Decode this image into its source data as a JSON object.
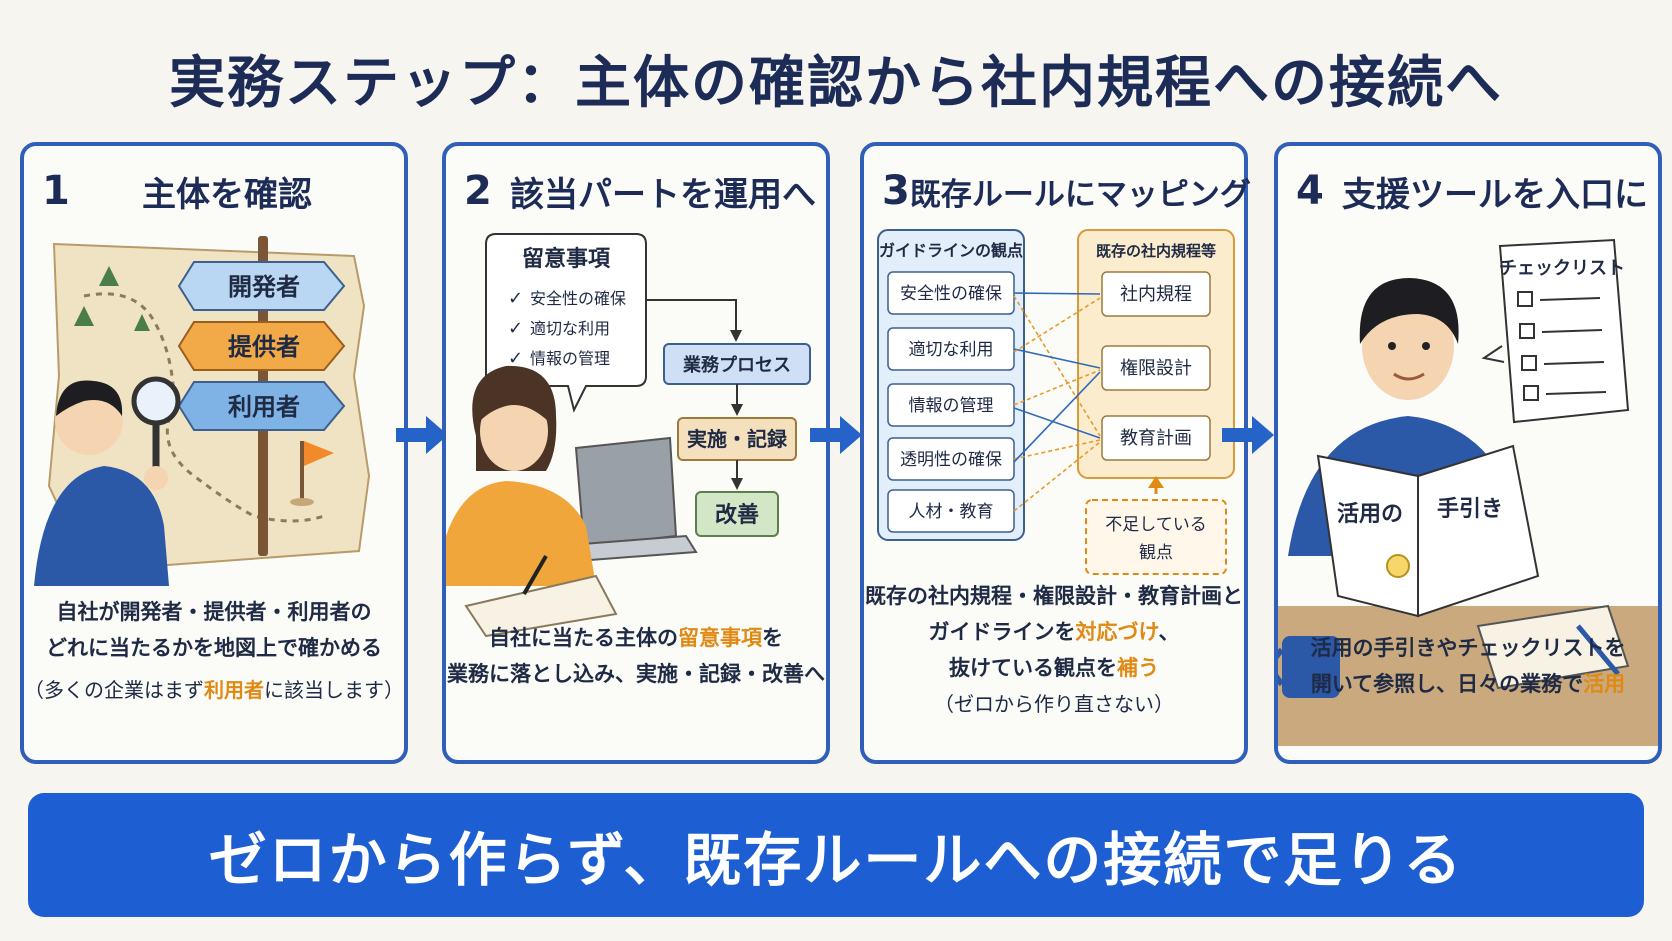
{
  "title": "実務ステップ：主体の確認から社内規程への接続へ",
  "steps": [
    {
      "number": "1",
      "title": "主体を確認",
      "signs": [
        "開発者",
        "提供者",
        "利用者"
      ],
      "caption_line1": "自社が開発者・提供者・利用者の",
      "caption_line2": "どれに当たるかを地図上で確かめる",
      "note_pre": "（多くの企業はまず",
      "note_hl": "利用者",
      "note_post": "に該当します）"
    },
    {
      "number": "2",
      "title": "該当パートを運用へ",
      "bubble_title": "留意事項",
      "bubble_items": [
        "安全性の確保",
        "適切な利用",
        "情報の管理"
      ],
      "flow": [
        "業務プロセス",
        "実施・記録",
        "改善"
      ],
      "caption_pre": "自社に当たる主体の",
      "caption_hl": "留意事項",
      "caption_post": "を",
      "caption_line2": "業務に落とし込み、実施・記録・改善へ"
    },
    {
      "number": "3",
      "title": "既存ルールにマッピング",
      "left_header": "ガイドラインの観点",
      "left_items": [
        "安全性の確保",
        "適切な利用",
        "情報の管理",
        "透明性の確保",
        "人材・教育"
      ],
      "right_header": "既存の社内規程等",
      "right_items": [
        "社内規程",
        "権限設計",
        "教育計画"
      ],
      "gap_line1": "不足している",
      "gap_line2": "観点",
      "caption_line1": "既存の社内規程・権限設計・教育計画と",
      "caption_pre2": "ガイドラインを",
      "caption_hl2": "対応づけ",
      "caption_post2": "、",
      "caption_pre3": "抜けている観点を",
      "caption_hl3": "補う",
      "note": "（ゼロから作り直さない）"
    },
    {
      "number": "4",
      "title": "支援ツールを入口に",
      "checklist_title": "チェックリスト",
      "book_left": "活用の",
      "book_right": "手引き",
      "caption_line1": "活用の手引きやチェックリストを",
      "caption_pre2": "開いて参照し、日々の業務で",
      "caption_hl2": "活用"
    }
  ],
  "banner": "ゼロから作らず、既存ルールへの接続で足りる",
  "colors": {
    "panel_border": "#2f5fb8",
    "banner": "#1d5fd3",
    "arrow": "#2563c9",
    "highlight": "#e08a14",
    "title": "#1d2b57"
  }
}
